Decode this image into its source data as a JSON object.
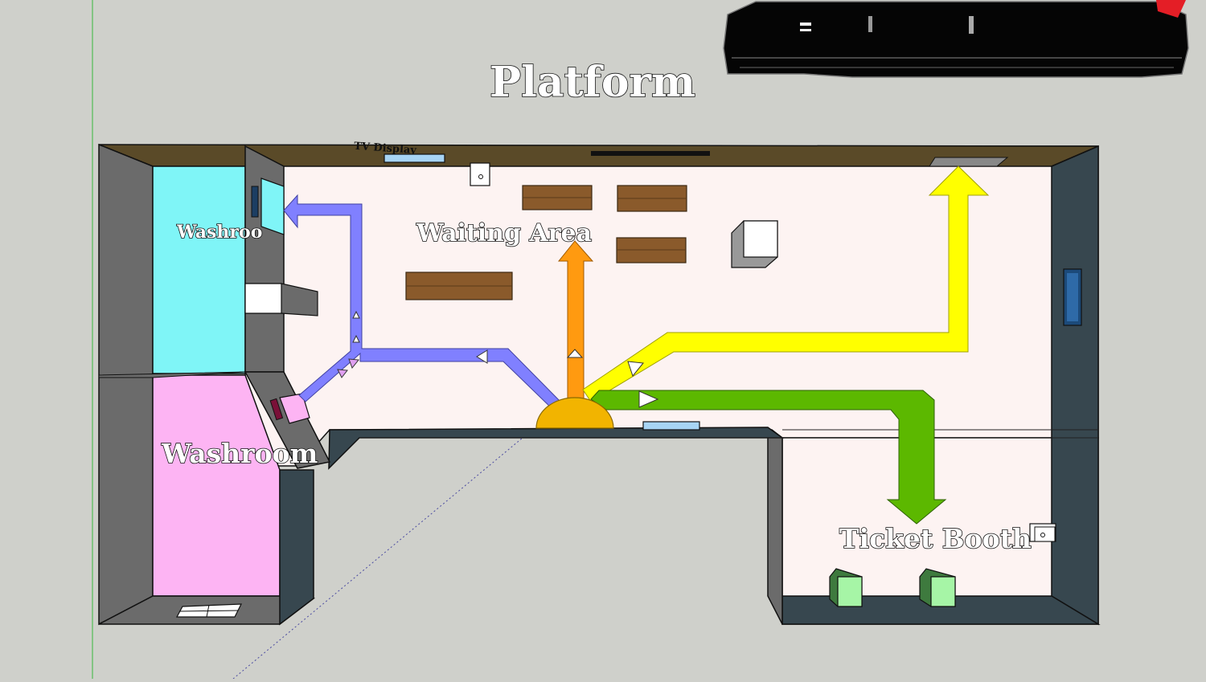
{
  "labels": {
    "platform": "Platform",
    "waiting_area": "Waiting Area",
    "washroom_top": "Washroo",
    "washroom_bottom": "Washroom",
    "ticket_booth": "Ticket Booth",
    "tv_display": "TV Display"
  },
  "colors": {
    "ground": "#cfd0cb",
    "floor": "#fdf3f2",
    "wall_dark": "#37474f",
    "wall_grey": "#6b6b6b",
    "wall_top": "#5a4a28",
    "washroom_cyan": "#7ff5f7",
    "washroom_pink": "#fdb4f3",
    "bench": "#8a5a2b",
    "arrow_blue": "#8080ff",
    "arrow_orange": "#ff9a10",
    "arrow_yellow": "#ffff00",
    "arrow_green": "#5cb800",
    "entrance": "#f2b400"
  },
  "icons": [
    "train-icon",
    "bench-icon",
    "box-icon",
    "kiosk-icon",
    "sink-icon",
    "door-icon",
    "entrance-semicircle-icon",
    "outlet-icon",
    "window-icon"
  ]
}
